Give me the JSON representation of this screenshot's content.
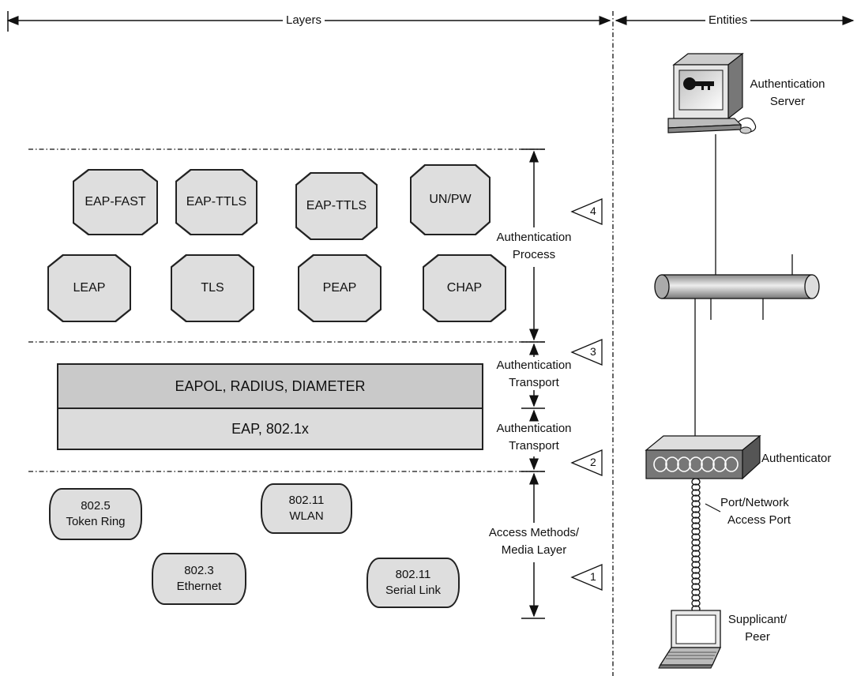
{
  "header": {
    "layers_label": "Layers",
    "entities_label": "Entities"
  },
  "auth_process": {
    "label_line1": "Authentication",
    "label_line2": "Process",
    "marker": "4",
    "methods_row1": [
      "EAP-FAST",
      "EAP-TTLS",
      "EAP-TTLS",
      "UN/PW"
    ],
    "methods_row2": [
      "LEAP",
      "TLS",
      "PEAP",
      "CHAP"
    ]
  },
  "auth_transport_upper": {
    "label_line1": "Authentication",
    "label_line2": "Transport",
    "marker": "3",
    "bar_label": "EAPOL, RADIUS, DIAMETER"
  },
  "auth_transport_lower": {
    "label_line1": "Authentication",
    "label_line2": "Transport",
    "marker": "2",
    "bar_label": "EAP, 802.1x"
  },
  "media_layer": {
    "label_line1": "Access Methods/",
    "label_line2": "Media Layer",
    "marker": "1",
    "items": [
      {
        "line1": "802.5",
        "line2": "Token Ring"
      },
      {
        "line1": "802.11",
        "line2": "WLAN"
      },
      {
        "line1": "802.3",
        "line2": "Ethernet"
      },
      {
        "line1": "802.11",
        "line2": "Serial Link"
      }
    ]
  },
  "entities": {
    "server_line1": "Authentication",
    "server_line2": "Server",
    "authenticator": "Authenticator",
    "port_line1": "Port/Network",
    "port_line2": "Access Port",
    "supplicant_line1": "Supplicant/",
    "supplicant_line2": "Peer"
  },
  "colors": {
    "shape_fill": "#dedede",
    "bar_top_fill": "#c9c9c9",
    "bar_bottom_fill": "#dcdcdc",
    "stroke": "#222222"
  }
}
